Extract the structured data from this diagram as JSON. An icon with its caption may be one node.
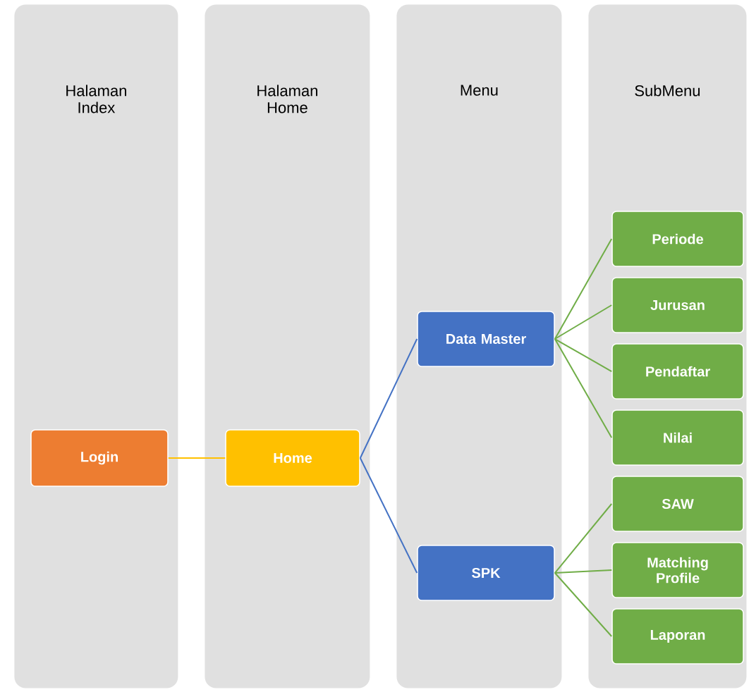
{
  "diagram": {
    "nodes": [
      {
        "text": [
          "Halaman Index"
        ]
      },
      {
        "text": [
          "Halaman Home"
        ]
      },
      {
        "text": [
          "Menu"
        ]
      },
      {
        "text": [
          "SubMenu"
        ]
      },
      {
        "text": [
          "Login"
        ],
        "in": 0
      },
      {
        "text": [
          "Home"
        ],
        "in": 1
      },
      {
        "text": [
          "Data Master"
        ],
        "in": 2
      },
      {
        "text": [
          "SPK"
        ],
        "in": 2
      },
      {
        "text": [
          "Periode"
        ],
        "in": 3
      },
      {
        "text": [
          "Jurusan"
        ],
        "in": 3
      },
      {
        "text": [
          "Pendaftar"
        ],
        "in": 3
      },
      {
        "text": [
          "Nilai"
        ],
        "in": 3
      },
      {
        "text": [
          "SAW"
        ],
        "in": 3
      },
      {
        "text": [
          "Matching Profile"
        ],
        "in": 3
      },
      {
        "text": [
          "Laporan"
        ],
        "in": 3
      }
    ],
    "edges": [
      {
        "from": 4,
        "to": 5,
        "arrow": "none",
        "color": "#ffc000"
      },
      {
        "from": 5,
        "to": 6,
        "arrow": "none",
        "color": "#4472c4"
      },
      {
        "from": 5,
        "to": 7,
        "arrow": "none",
        "color": "#4472c4"
      },
      {
        "from": 6,
        "to": 8,
        "arrow": "none"
      },
      {
        "from": 6,
        "to": 9,
        "arrow": "none"
      },
      {
        "from": 6,
        "to": 10,
        "arrow": "none"
      },
      {
        "from": 6,
        "to": 11,
        "arrow": "none"
      },
      {
        "from": 7,
        "to": 12,
        "arrow": "none"
      },
      {
        "from": 7,
        "to": 13,
        "arrow": "none"
      },
      {
        "from": 7,
        "to": 14,
        "arrow": "none"
      }
    ]
  }
}
